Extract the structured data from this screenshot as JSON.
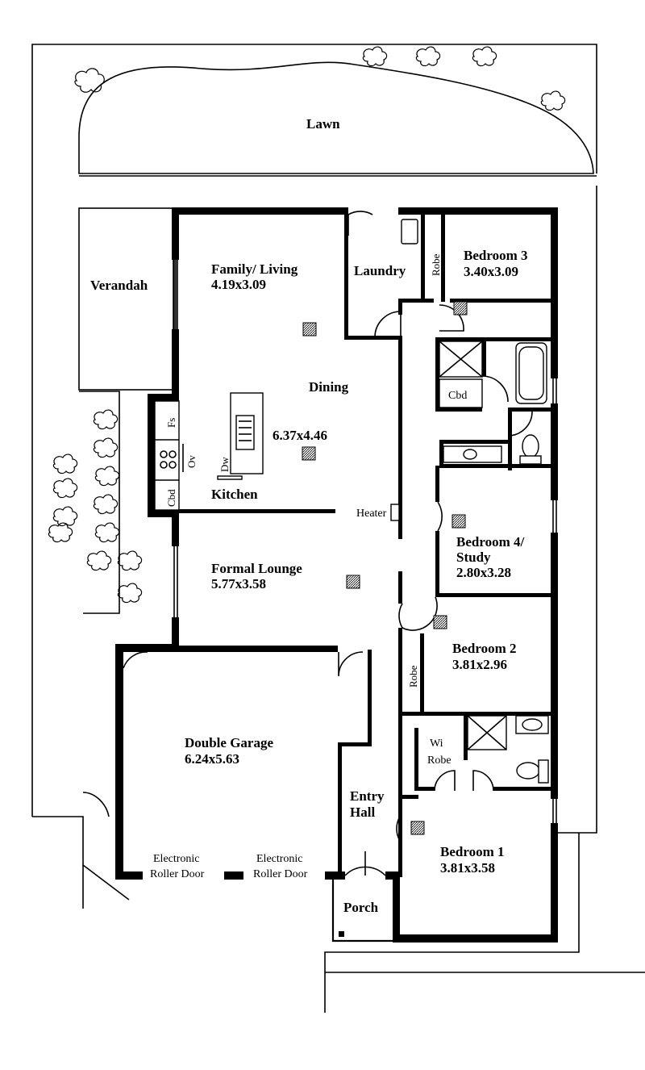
{
  "plan": {
    "outdoor": {
      "lawn": "Lawn",
      "verandah": "Verandah",
      "porch": "Porch"
    },
    "rooms": {
      "family_living": {
        "name": "Family/ Living",
        "dims": "4.19x3.09"
      },
      "dining": {
        "name": "Dining",
        "dims": "6.37x4.46"
      },
      "kitchen": {
        "name": "Kitchen"
      },
      "laundry": {
        "name": "Laundry"
      },
      "bedroom3": {
        "name": "Bedroom 3",
        "dims": "3.40x3.09"
      },
      "bedroom4": {
        "name1": "Bedroom 4/",
        "name2": "Study",
        "dims": "2.80x3.28"
      },
      "bedroom2": {
        "name": "Bedroom 2",
        "dims": "3.81x2.96"
      },
      "bedroom1": {
        "name": "Bedroom 1",
        "dims": "3.81x3.58"
      },
      "formal_lounge": {
        "name": "Formal Lounge",
        "dims": "5.77x3.58"
      },
      "garage": {
        "name": "Double Garage",
        "dims": "6.24x5.63"
      },
      "entry_hall": {
        "name1": "Entry",
        "name2": "Hall"
      }
    },
    "labels": {
      "robe": "Robe",
      "cbd": "Cbd",
      "fs": "Fs",
      "ov": "Ov",
      "dw": "Dw",
      "heater": "Heater",
      "wi": "Wi",
      "wi_robe": "Robe",
      "roller_door_1a": "Electronic",
      "roller_door_1b": "Roller Door",
      "roller_door_2a": "Electronic",
      "roller_door_2b": "Roller Door"
    }
  }
}
